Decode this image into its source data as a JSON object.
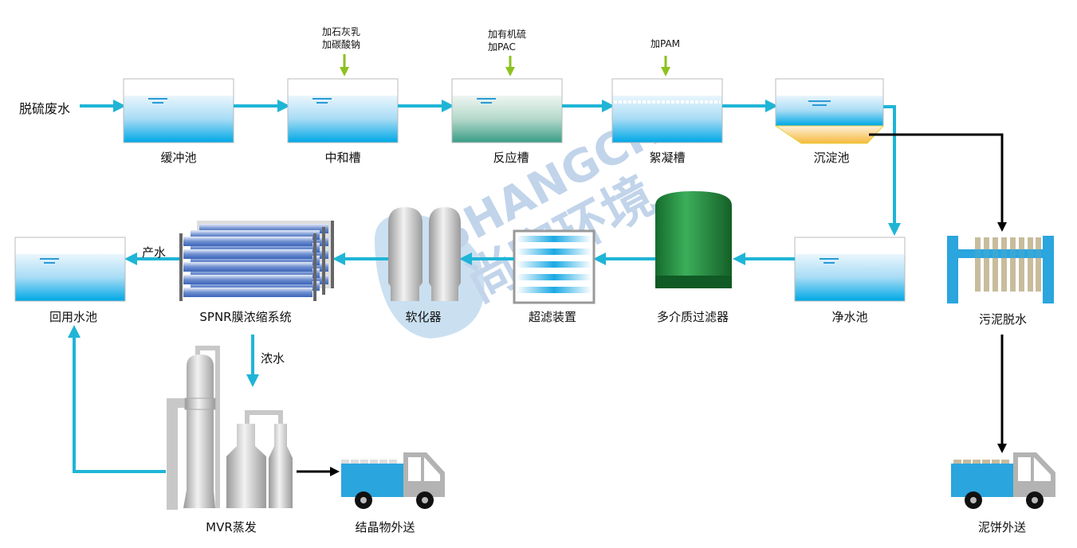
{
  "input": {
    "label": "脱硫废水"
  },
  "tanks_top": [
    {
      "label": "缓冲池"
    },
    {
      "label": "中和槽",
      "chemicals": [
        "加石灰乳",
        "加碳酸钠"
      ]
    },
    {
      "label": "反应槽",
      "chemicals": [
        "加有机硫",
        "加PAC"
      ]
    },
    {
      "label": "絮凝槽",
      "chemicals": [
        "加PAM"
      ]
    },
    {
      "label": "沉淀池"
    }
  ],
  "middle_row": {
    "clean_pool": "净水池",
    "multimedia_filter": "多介质过滤器",
    "ultrafiltration": "超滤装置",
    "softener": "软化器",
    "membrane": "SPNR膜浓缩系统",
    "product_water": "产水",
    "reuse_pool": "回用水池",
    "sludge_dewatering": "污泥脱水"
  },
  "bottom_row": {
    "concentrate": "浓水",
    "mvr": "MVR蒸发",
    "crystal_out": "结晶物外送",
    "cake_out": "泥饼外送"
  },
  "watermark": {
    "en": "SHANGCHEN",
    "cn": "尚宸环境"
  },
  "colors": {
    "water_line": "#1fb5d6",
    "sludge_line": "#000000",
    "chem_arrow": "#8cc21f",
    "filter_green": "#1e8a3c",
    "truck_blue": "#2aa5de"
  }
}
